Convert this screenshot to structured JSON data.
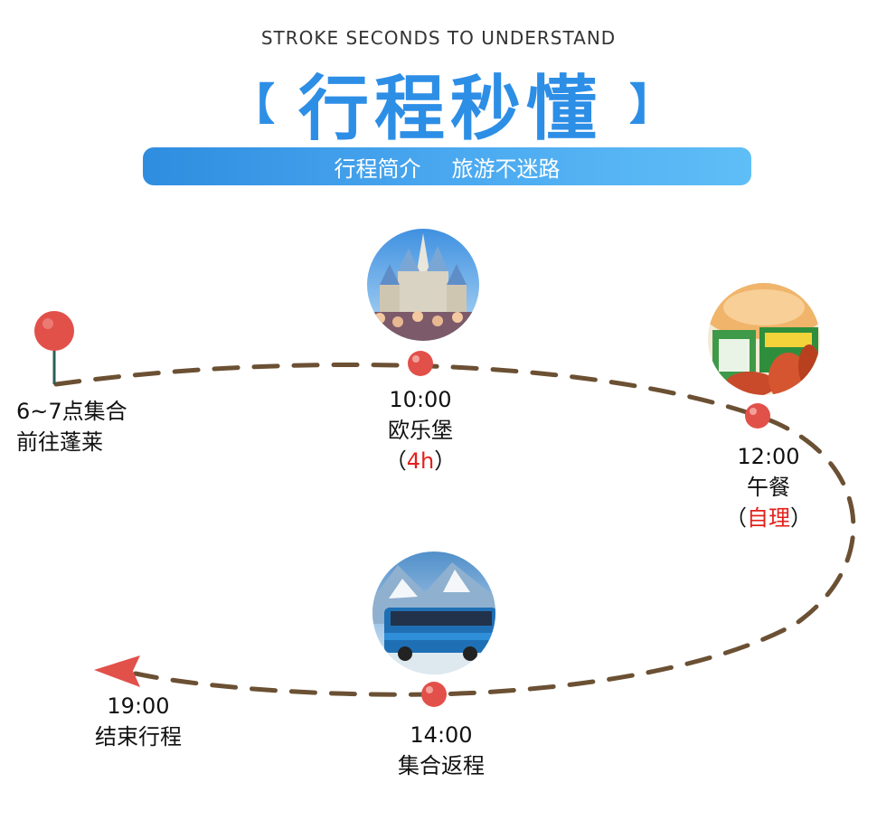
{
  "header": {
    "subtitle_en": "STROKE SECONDS TO UNDERSTAND",
    "title": "行程秒懂",
    "bracket_left": "【",
    "bracket_right": "】",
    "banner_left": "行程简介",
    "banner_right": "旅游不迷路"
  },
  "stops": {
    "start": {
      "line1": "6~7点集合",
      "line2": "前往蓬莱"
    },
    "castle": {
      "time": "10:00",
      "name": "欧乐堡",
      "paren_open": "（",
      "note": "4h",
      "paren_close": "）"
    },
    "lunch": {
      "time": "12:00",
      "name": "午餐",
      "paren_open": "（",
      "note": "自理",
      "paren_close": "）"
    },
    "return": {
      "time": "14:00",
      "name": "集合返程"
    },
    "end": {
      "time": "19:00",
      "name": "结束行程"
    }
  },
  "colors": {
    "accent": "#2d8ee6",
    "dash": "#6b5033",
    "pin": "#e2504a",
    "highlight": "#e3201b"
  },
  "icons": [
    "map-pin-icon",
    "arrow-left-icon",
    "castle-photo",
    "food-photo",
    "bus-photo"
  ]
}
